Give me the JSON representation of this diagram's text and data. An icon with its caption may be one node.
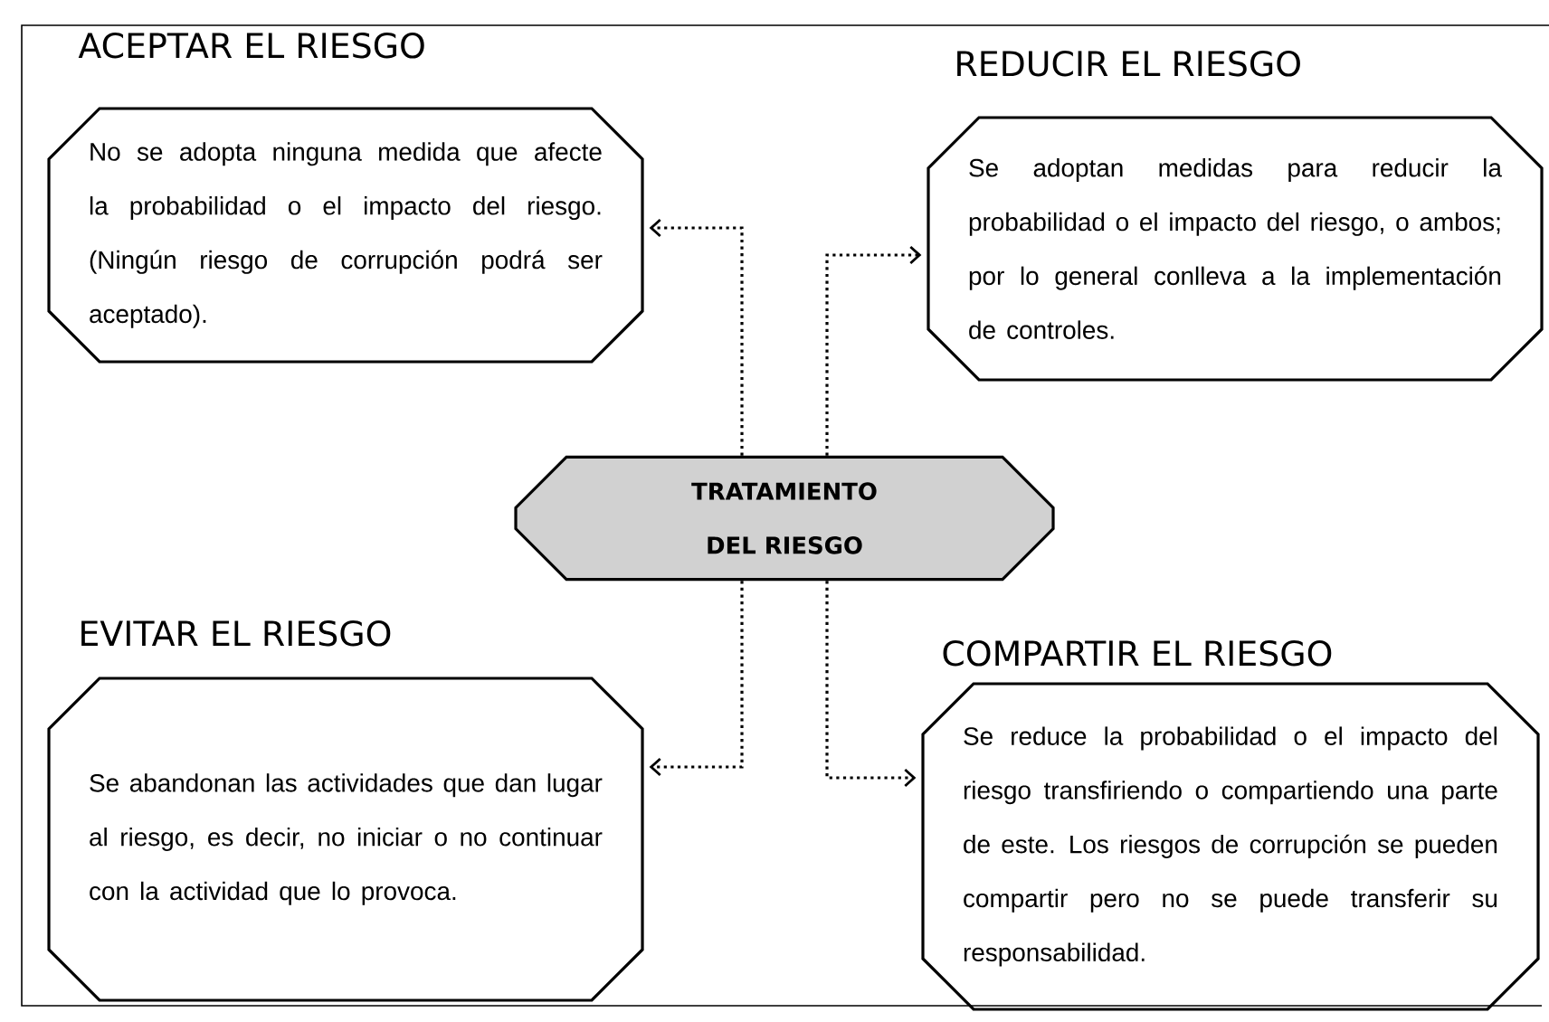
{
  "diagram": {
    "nodes": [
      {
        "text": [
          "TRATAMIENTO DEL RIESGO"
        ]
      },
      {
        "text": [
          "ACEPTAR EL RIESGO",
          "No se adopta ninguna medida que afecte la probabilidad o el impacto del riesgo. (Ningún riesgo de corrupción podrá ser aceptado)."
        ]
      },
      {
        "text": [
          "REDUCIR EL RIESGO",
          "Se adoptan medidas para reducir la probabilidad o el impacto del riesgo, o ambos; por lo general conlleva a la implementación de controles."
        ]
      },
      {
        "text": [
          "EVITAR EL RIESGO",
          "Se abandonan las actividades que dan lugar al riesgo, es decir, no iniciar o no continuar con la actividad que lo provoca."
        ]
      },
      {
        "text": [
          "COMPARTIR EL RIESGO",
          "Se reduce la probabilidad o el impacto del riesgo transfiriendo o compartiendo una parte de este. Los riesgos de corrupción se pueden compartir pero no se puede transferir su responsabilidad."
        ]
      }
    ],
    "edges": [
      {
        "from": 0,
        "to": 1,
        "arrow": "to"
      },
      {
        "from": 0,
        "to": 2,
        "arrow": "to"
      },
      {
        "from": 0,
        "to": 3,
        "arrow": "to"
      },
      {
        "from": 0,
        "to": 4,
        "arrow": "to"
      }
    ]
  }
}
